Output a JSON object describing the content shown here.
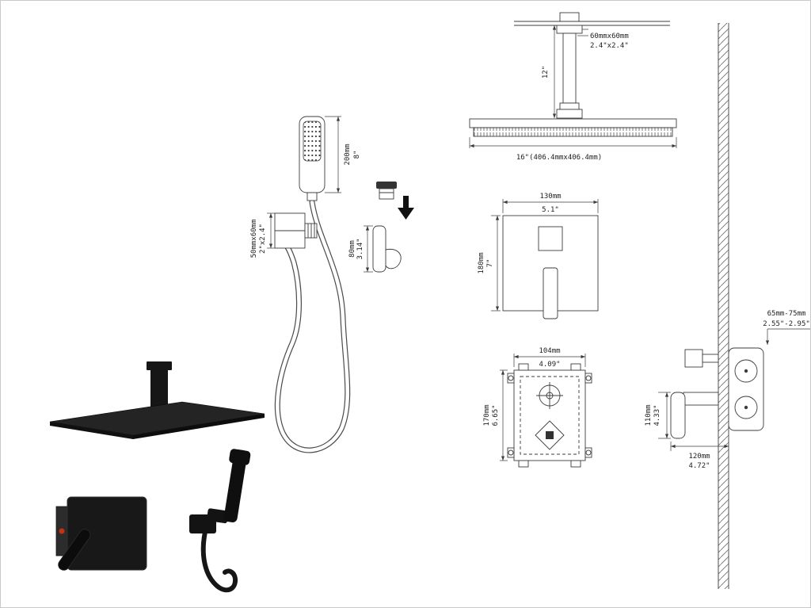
{
  "style": {
    "ink": "#3c3c3c",
    "photo_black": "#161616",
    "accent_red": "#c9310e"
  },
  "ceiling_shower": {
    "arm_section_mm": "60mmx60mm",
    "arm_section_in": "2.4\"x2.4\"",
    "arm_length_in": "12\"",
    "head_size": "16\"(406.4mmx406.4mm)"
  },
  "trim_plate": {
    "width_mm": "130mm",
    "width_in": "5.1\"",
    "height_mm": "180mm",
    "height_in": "7\""
  },
  "rough_in_valve": {
    "width_mm": "104mm",
    "width_in": "4.09\"",
    "height_mm": "170mm",
    "height_in": "6.65\""
  },
  "wall_valve": {
    "depth_mm": "65mm-75mm",
    "depth_in": "2.55\"-2.95\"",
    "height_mm": "110mm",
    "height_in": "4.33\"",
    "width_mm": "120mm",
    "width_in": "4.72\""
  },
  "handheld": {
    "wand_length_mm": "200mm",
    "wand_length_in": "8\"",
    "elbow_mm": "50mmx60mm",
    "elbow_in": "2\"x2.4\"",
    "holder_mm": "80mm",
    "holder_in": "3.14\""
  }
}
